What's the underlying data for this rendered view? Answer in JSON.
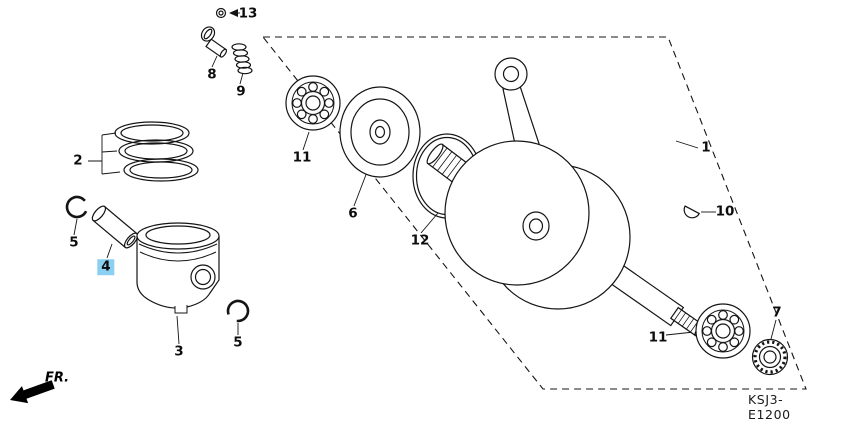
{
  "diagram": {
    "code": "KSJ3-E1200",
    "front_marker": "FR.",
    "highlight": {
      "part": "4",
      "color": "#8bd0f0"
    },
    "part_labels": [
      {
        "part": "13"
      },
      {
        "part": "8"
      },
      {
        "part": "9"
      },
      {
        "part": "2"
      },
      {
        "part": "5"
      },
      {
        "part": "4"
      },
      {
        "part": "3"
      },
      {
        "part": "5"
      },
      {
        "part": "11"
      },
      {
        "part": "6"
      },
      {
        "part": "12"
      },
      {
        "part": "1"
      },
      {
        "part": "10"
      },
      {
        "part": "11"
      },
      {
        "part": "7"
      }
    ]
  }
}
